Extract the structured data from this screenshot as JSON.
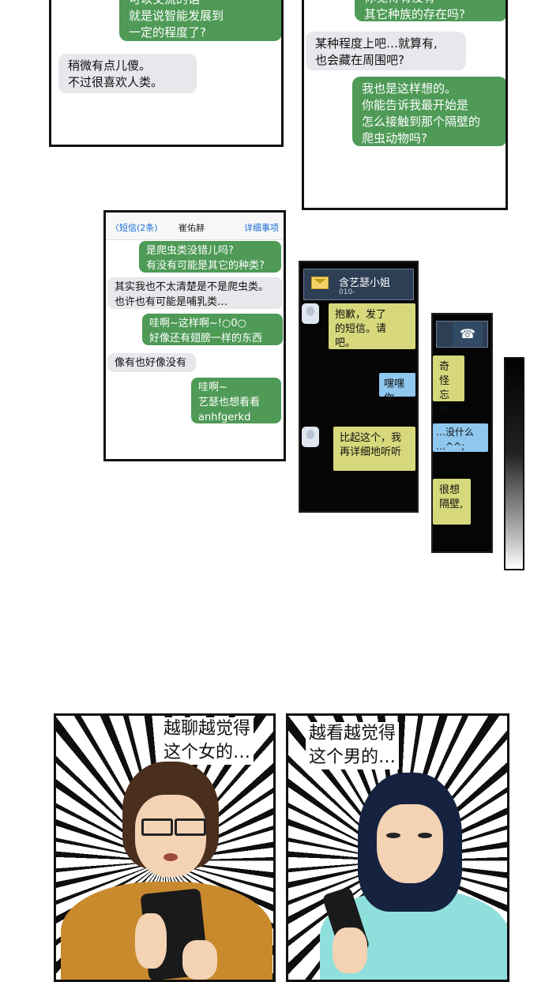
{
  "panel1": {
    "bubble_top": "可以交流的话\n就是说智能发展到\n一定的程度了?",
    "bubble_reply": "稍微有点儿傻。\n不过很喜欢人类。"
  },
  "panel2": {
    "bubble_top": "你觉得有没有\n其它种族的存在吗?",
    "bubble_grey": "某种程度上吧…就算有,\n也会藏在周围吧?",
    "bubble_green": "我也是这样想的。\n你能告诉我最开始是\n怎么接触到那个隔壁的\n爬虫动物吗?"
  },
  "phone2": {
    "back": "〈短信(2条)",
    "name": "崔佑赫",
    "detail": "详细事项",
    "msg1": "是爬虫类没错儿吗?\n有没有可能是其它的种类?",
    "msg2": "其实我也不太清楚是不是爬虫类。\n也许也有可能是哺乳类…",
    "msg3": "哇啊~这样啊~!○0○\n好像还有翅膀一样的东西~?",
    "msg4": "像有也好像没有",
    "msg5": "哇啊~\n艺瑟也想看看\nanhfgerkd"
  },
  "phone3": {
    "contact": "含艺瑟小姐",
    "number": "010-",
    "msg1": "抱歉，发了\n的短信。请\n吧。",
    "msg2": "嘿嘿 你",
    "msg3": "比起这个，我\n再详细地听听"
  },
  "phone4": {
    "msg1": "奇怪\n忘掉",
    "msg2": "…没什么\n…^^;",
    "msg3": "很想\n隔壁,"
  },
  "manga_left": {
    "caption": "越聊越觉得\n这个女的…"
  },
  "manga_right": {
    "caption": "越看越觉得\n这个男的…"
  },
  "colors": {
    "bubble_green": "#4e9a56",
    "bubble_grey": "#e7e7ec",
    "bubble_yellow": "#d7d87c",
    "bubble_blue": "#8fc7ee",
    "phone_header": "#2d3e55"
  }
}
